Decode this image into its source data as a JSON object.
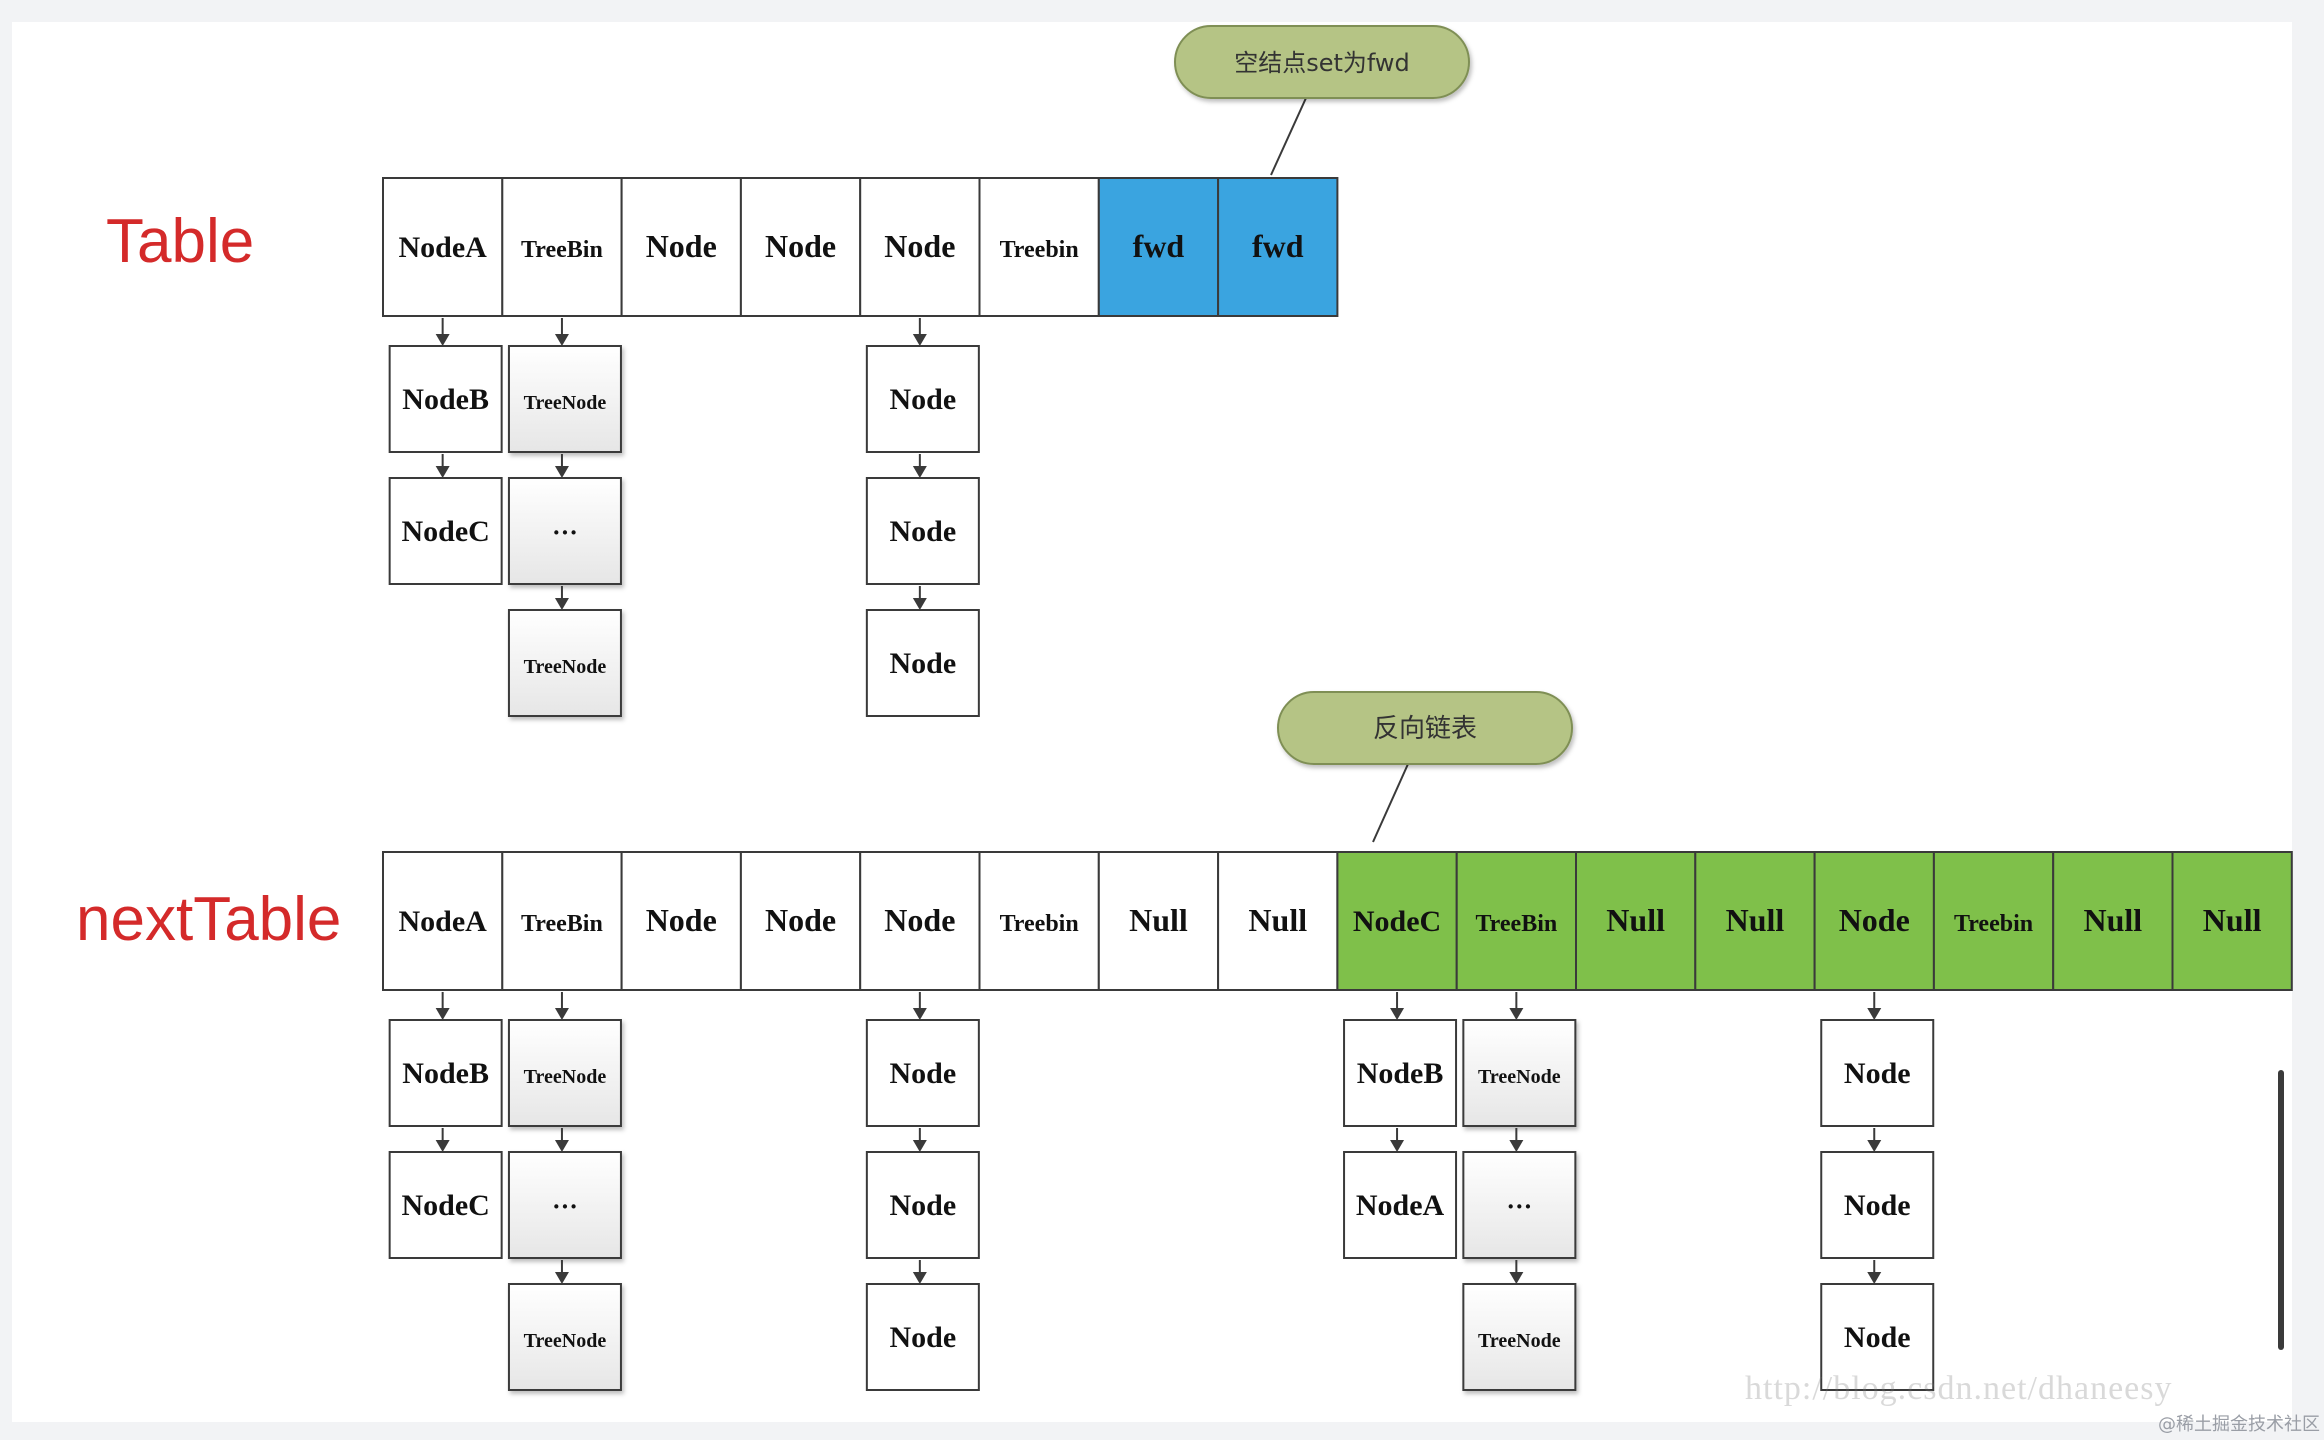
{
  "labels": {
    "top_table": "Table",
    "bottom_table": "nextTable"
  },
  "callouts": {
    "top": "空结点set为fwd",
    "bottom": "反向链表"
  },
  "top_table": {
    "cells": [
      {
        "text": "NodeA",
        "style": "plain"
      },
      {
        "text": "TreeBin",
        "style": "plain"
      },
      {
        "text": "Node",
        "style": "plain"
      },
      {
        "text": "Node",
        "style": "plain"
      },
      {
        "text": "Node",
        "style": "plain"
      },
      {
        "text": "Treebin",
        "style": "plain"
      },
      {
        "text": "fwd",
        "style": "blue"
      },
      {
        "text": "fwd",
        "style": "blue"
      }
    ],
    "chains": [
      {
        "col": 0,
        "nodes": [
          {
            "text": "NodeB",
            "kind": "node"
          },
          {
            "text": "NodeC",
            "kind": "node"
          }
        ]
      },
      {
        "col": 1,
        "nodes": [
          {
            "text": "TreeNode",
            "kind": "tree"
          },
          {
            "text": "···",
            "kind": "tree"
          },
          {
            "text": "TreeNode",
            "kind": "tree"
          }
        ]
      },
      {
        "col": 4,
        "nodes": [
          {
            "text": "Node",
            "kind": "node"
          },
          {
            "text": "Node",
            "kind": "node"
          },
          {
            "text": "Node",
            "kind": "node"
          }
        ]
      }
    ]
  },
  "bottom_table": {
    "cells": [
      {
        "text": "NodeA",
        "style": "plain"
      },
      {
        "text": "TreeBin",
        "style": "plain"
      },
      {
        "text": "Node",
        "style": "plain"
      },
      {
        "text": "Node",
        "style": "plain"
      },
      {
        "text": "Node",
        "style": "plain"
      },
      {
        "text": "Treebin",
        "style": "plain"
      },
      {
        "text": "Null",
        "style": "plain"
      },
      {
        "text": "Null",
        "style": "plain"
      },
      {
        "text": "NodeC",
        "style": "green"
      },
      {
        "text": "TreeBin",
        "style": "green"
      },
      {
        "text": "Null",
        "style": "green"
      },
      {
        "text": "Null",
        "style": "green"
      },
      {
        "text": "Node",
        "style": "green"
      },
      {
        "text": "Treebin",
        "style": "green"
      },
      {
        "text": "Null",
        "style": "green"
      },
      {
        "text": "Null",
        "style": "green"
      }
    ],
    "chains": [
      {
        "col": 0,
        "nodes": [
          {
            "text": "NodeB",
            "kind": "node"
          },
          {
            "text": "NodeC",
            "kind": "node"
          }
        ]
      },
      {
        "col": 1,
        "nodes": [
          {
            "text": "TreeNode",
            "kind": "tree"
          },
          {
            "text": "···",
            "kind": "tree"
          },
          {
            "text": "TreeNode",
            "kind": "tree"
          }
        ]
      },
      {
        "col": 4,
        "nodes": [
          {
            "text": "Node",
            "kind": "node"
          },
          {
            "text": "Node",
            "kind": "node"
          },
          {
            "text": "Node",
            "kind": "node"
          }
        ]
      },
      {
        "col": 8,
        "nodes": [
          {
            "text": "NodeB",
            "kind": "node"
          },
          {
            "text": "NodeA",
            "kind": "node"
          }
        ]
      },
      {
        "col": 9,
        "nodes": [
          {
            "text": "TreeNode",
            "kind": "tree"
          },
          {
            "text": "···",
            "kind": "tree"
          },
          {
            "text": "TreeNode",
            "kind": "tree"
          }
        ]
      },
      {
        "col": 12,
        "nodes": [
          {
            "text": "Node",
            "kind": "node"
          },
          {
            "text": "Node",
            "kind": "node"
          },
          {
            "text": "Node",
            "kind": "node"
          }
        ]
      }
    ]
  },
  "colors": {
    "label_red": "#d42a2a",
    "fwd_blue": "#3aa4e0",
    "new_green": "#7fc04a",
    "callout_fill": "#b5c485",
    "callout_stroke": "#7f8f55",
    "border": "#3a3a3a"
  },
  "watermark": "http://blog.csdn.net/dhaneesy",
  "credit": "@稀土掘金技术社区"
}
